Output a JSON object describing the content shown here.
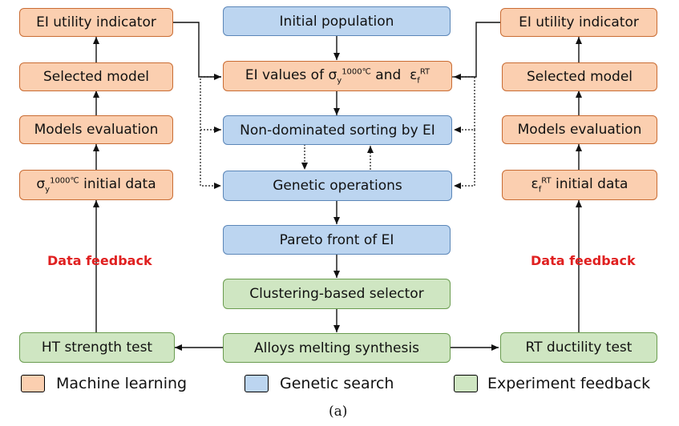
{
  "left_column": {
    "utility": "EI utility indicator",
    "selected": "Selected model",
    "evaluation": "Models evaluation",
    "initial_sym": "σ",
    "initial_sub": "y",
    "initial_sup": "1000℃",
    "initial_text": " initial data",
    "feedback": "Data feedback",
    "test": "HT strength test"
  },
  "center_column": {
    "initial_population": "Initial population",
    "ei_values_prefix": "EI values of ",
    "ei_sigma": "σ",
    "ei_sigma_sub": "y",
    "ei_sigma_sup": "1000℃",
    "ei_and": " and  ",
    "ei_eps": "ε",
    "ei_eps_sub": "f",
    "ei_eps_sup": "RT",
    "sorting": "Non-dominated sorting by EI",
    "genetic": "Genetic operations",
    "pareto": "Pareto front of EI",
    "clustering": "Clustering-based selector",
    "melting": "Alloys melting synthesis"
  },
  "right_column": {
    "utility": "EI utility indicator",
    "selected": "Selected model",
    "evaluation": "Models evaluation",
    "initial_sym": "ε",
    "initial_sub": "f",
    "initial_sup": "RT",
    "initial_text": " initial data",
    "feedback": "Data feedback",
    "test": "RT ductility test"
  },
  "legend": {
    "ml": "Machine learning",
    "gs": "Genetic search",
    "ex": "Experiment feedback"
  },
  "caption": "(a)",
  "colors": {
    "ml_fill": "#fbcfb0",
    "gs_fill": "#bcd5f0",
    "ex_fill": "#cfe6c2",
    "feedback_text": "#e02020"
  }
}
